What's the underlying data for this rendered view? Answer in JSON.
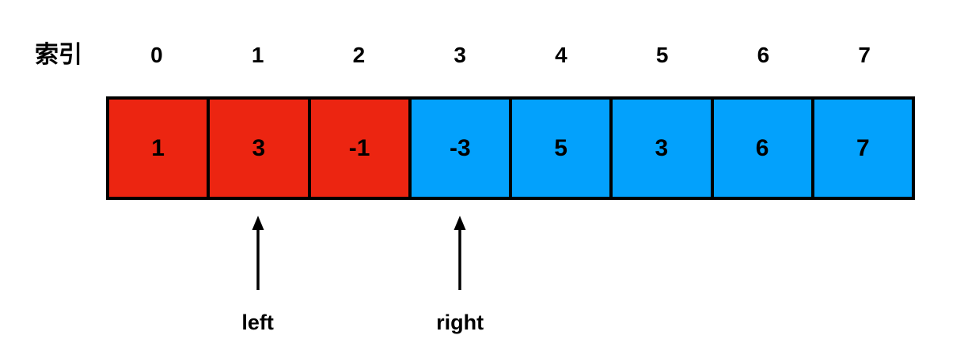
{
  "diagram": {
    "title": "sliding-window array with left/right pointers",
    "index_caption": "索引",
    "indices": [
      "0",
      "1",
      "2",
      "3",
      "4",
      "5",
      "6",
      "7"
    ],
    "cells": [
      {
        "value": "1",
        "color": "red"
      },
      {
        "value": "3",
        "color": "red"
      },
      {
        "value": "-1",
        "color": "red"
      },
      {
        "value": "-3",
        "color": "blue"
      },
      {
        "value": "5",
        "color": "blue"
      },
      {
        "value": "3",
        "color": "blue"
      },
      {
        "value": "6",
        "color": "blue"
      },
      {
        "value": "7",
        "color": "blue"
      }
    ],
    "colors": {
      "red": "#EC2511",
      "blue": "#03A1FC",
      "border": "#000000",
      "background": "#FFFFFF",
      "text": "#000000"
    },
    "pointers": [
      {
        "label": "left",
        "cell_index": 1
      },
      {
        "label": "right",
        "cell_index": 3
      }
    ]
  }
}
